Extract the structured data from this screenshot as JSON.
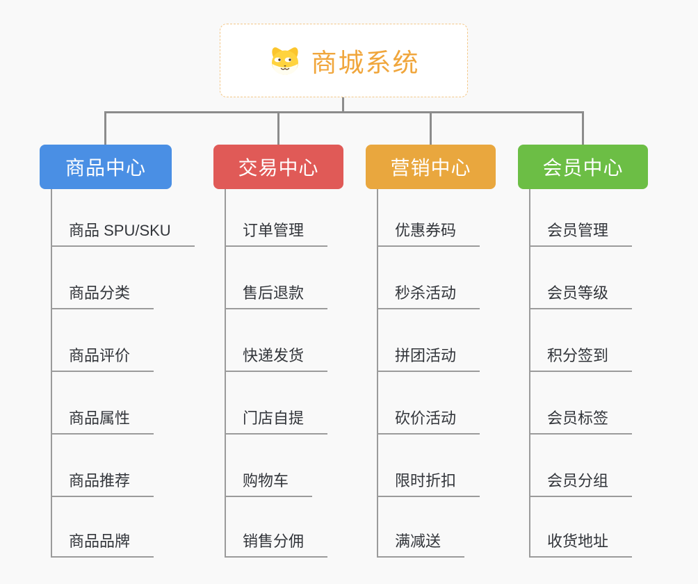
{
  "page": {
    "background_color": "#f9f9f9",
    "connector_color": "#8c8c8c"
  },
  "root": {
    "title": "商城系统",
    "icon": "dog-face-icon",
    "text_color": "#f0a63c",
    "border_color": "#f3c787"
  },
  "branches": [
    {
      "label": "商品中心",
      "color": "#4a8fe4",
      "items": [
        "商品 SPU/SKU",
        "商品分类",
        "商品评价",
        "商品属性",
        "商品推荐",
        "商品品牌"
      ]
    },
    {
      "label": "交易中心",
      "color": "#e05a57",
      "items": [
        "订单管理",
        "售后退款",
        "快递发货",
        "门店自提",
        "购物车",
        "销售分佣"
      ]
    },
    {
      "label": "营销中心",
      "color": "#e9a73e",
      "items": [
        "优惠券码",
        "秒杀活动",
        "拼团活动",
        "砍价活动",
        "限时折扣",
        "满减送"
      ]
    },
    {
      "label": "会员中心",
      "color": "#6cbe45",
      "items": [
        "会员管理",
        "会员等级",
        "积分签到",
        "会员标签",
        "会员分组",
        "收货地址"
      ]
    }
  ]
}
